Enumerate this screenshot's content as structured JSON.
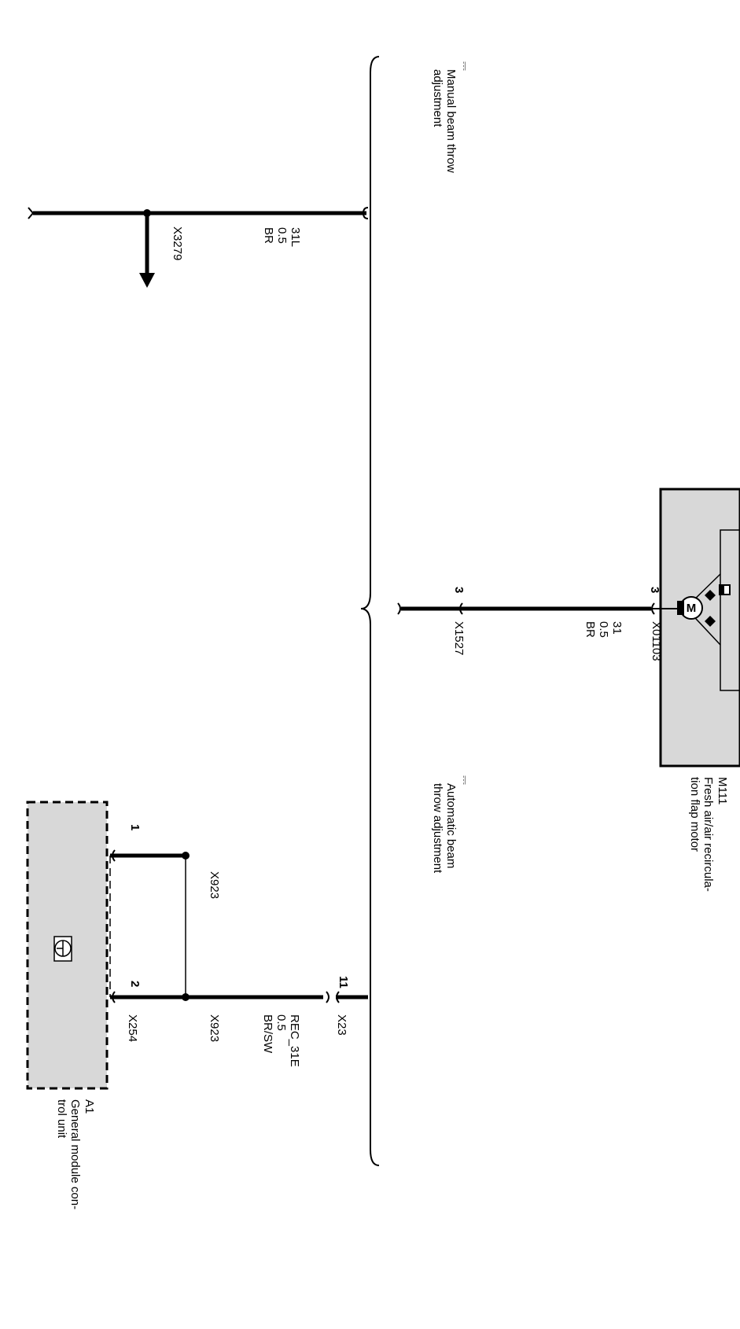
{
  "components": {
    "m111": {
      "id": "M111",
      "desc_line1": "Fresh air/air recircula-",
      "desc_line2": "tion flap motor",
      "motor_letter": "M"
    },
    "a1": {
      "id": "A1",
      "desc_line1": "General module con-",
      "desc_line2": "trol unit"
    }
  },
  "groups": {
    "manual": {
      "marker": "⎓",
      "line1": "Manual beam  throw",
      "line2": "adjustment"
    },
    "automatic": {
      "marker": "⎓",
      "line1": "Automatic beam",
      "line2": "throw adjustment"
    }
  },
  "wires": {
    "w31l": {
      "name": "31L",
      "size": "0.5",
      "color": "BR"
    },
    "w31": {
      "name": "31",
      "size": "0.5",
      "color": "BR"
    },
    "wrec": {
      "name": "REC_31E",
      "size": "0.5",
      "color": "BR/SW"
    }
  },
  "connectors": {
    "x3279": "X3279",
    "x01103": "X01103",
    "x1527": "X1527",
    "x923_top": "X923",
    "x923_bottom": "X923",
    "x23": "X23",
    "x254": "X254"
  },
  "pins": {
    "x01103_pin": "3",
    "x1527_pin": "3",
    "x23_pin": "11",
    "a1_pin1": "1",
    "a1_pin2": "2"
  },
  "colors": {
    "ink": "#000000",
    "component_fill": "#d8d8d8"
  }
}
